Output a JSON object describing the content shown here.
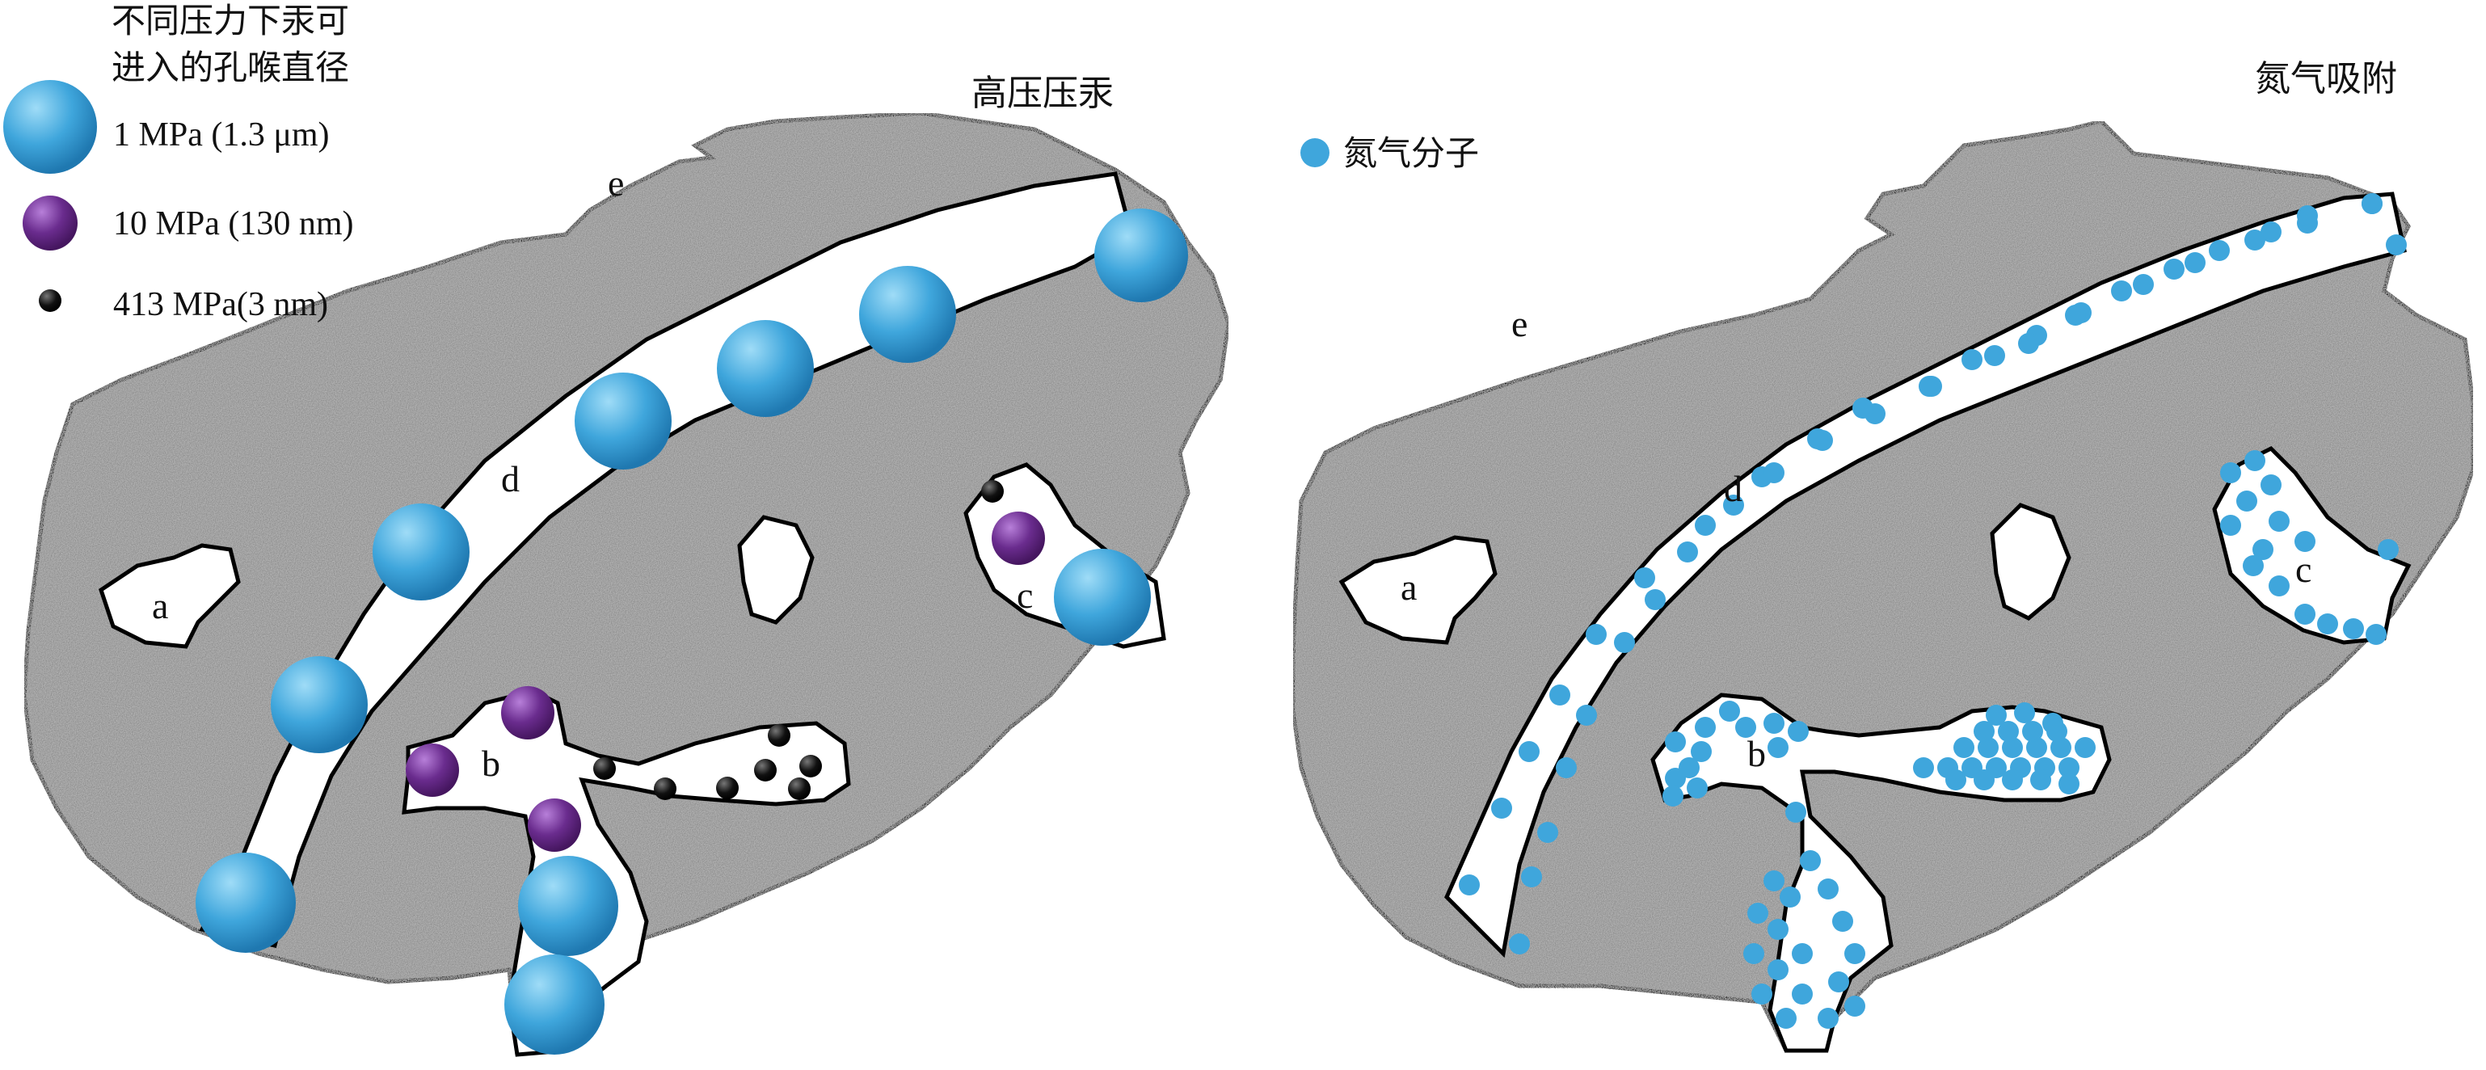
{
  "legend": {
    "title_line1": "不同压力下汞可",
    "title_line2": "进入的孔喉直径",
    "items": [
      {
        "label": "1 MPa (1.3 μm)",
        "color": "#3fa6dc"
      },
      {
        "label": "10 MPa (130 nm)",
        "color": "#6a2c8e"
      },
      {
        "label": "413 MPa(3 nm)",
        "color": "#111111"
      }
    ]
  },
  "left_panel": {
    "title": "高压压汞",
    "pore_labels": {
      "a": "a",
      "b": "b",
      "c": "c",
      "d": "d",
      "e": "e"
    }
  },
  "right_panel": {
    "title": "氮气吸附",
    "legend_label": "氮气分子",
    "legend_color": "#3fa6dc",
    "pore_labels": {
      "a": "a",
      "b": "b",
      "c": "c",
      "d": "d",
      "e": "e"
    }
  },
  "colors": {
    "rock": "#8f8f8f",
    "mercury_large": "#3fa6dc",
    "mercury_medium": "#6a2c8e",
    "mercury_small": "#111111",
    "nitrogen": "#3fa6dc"
  }
}
